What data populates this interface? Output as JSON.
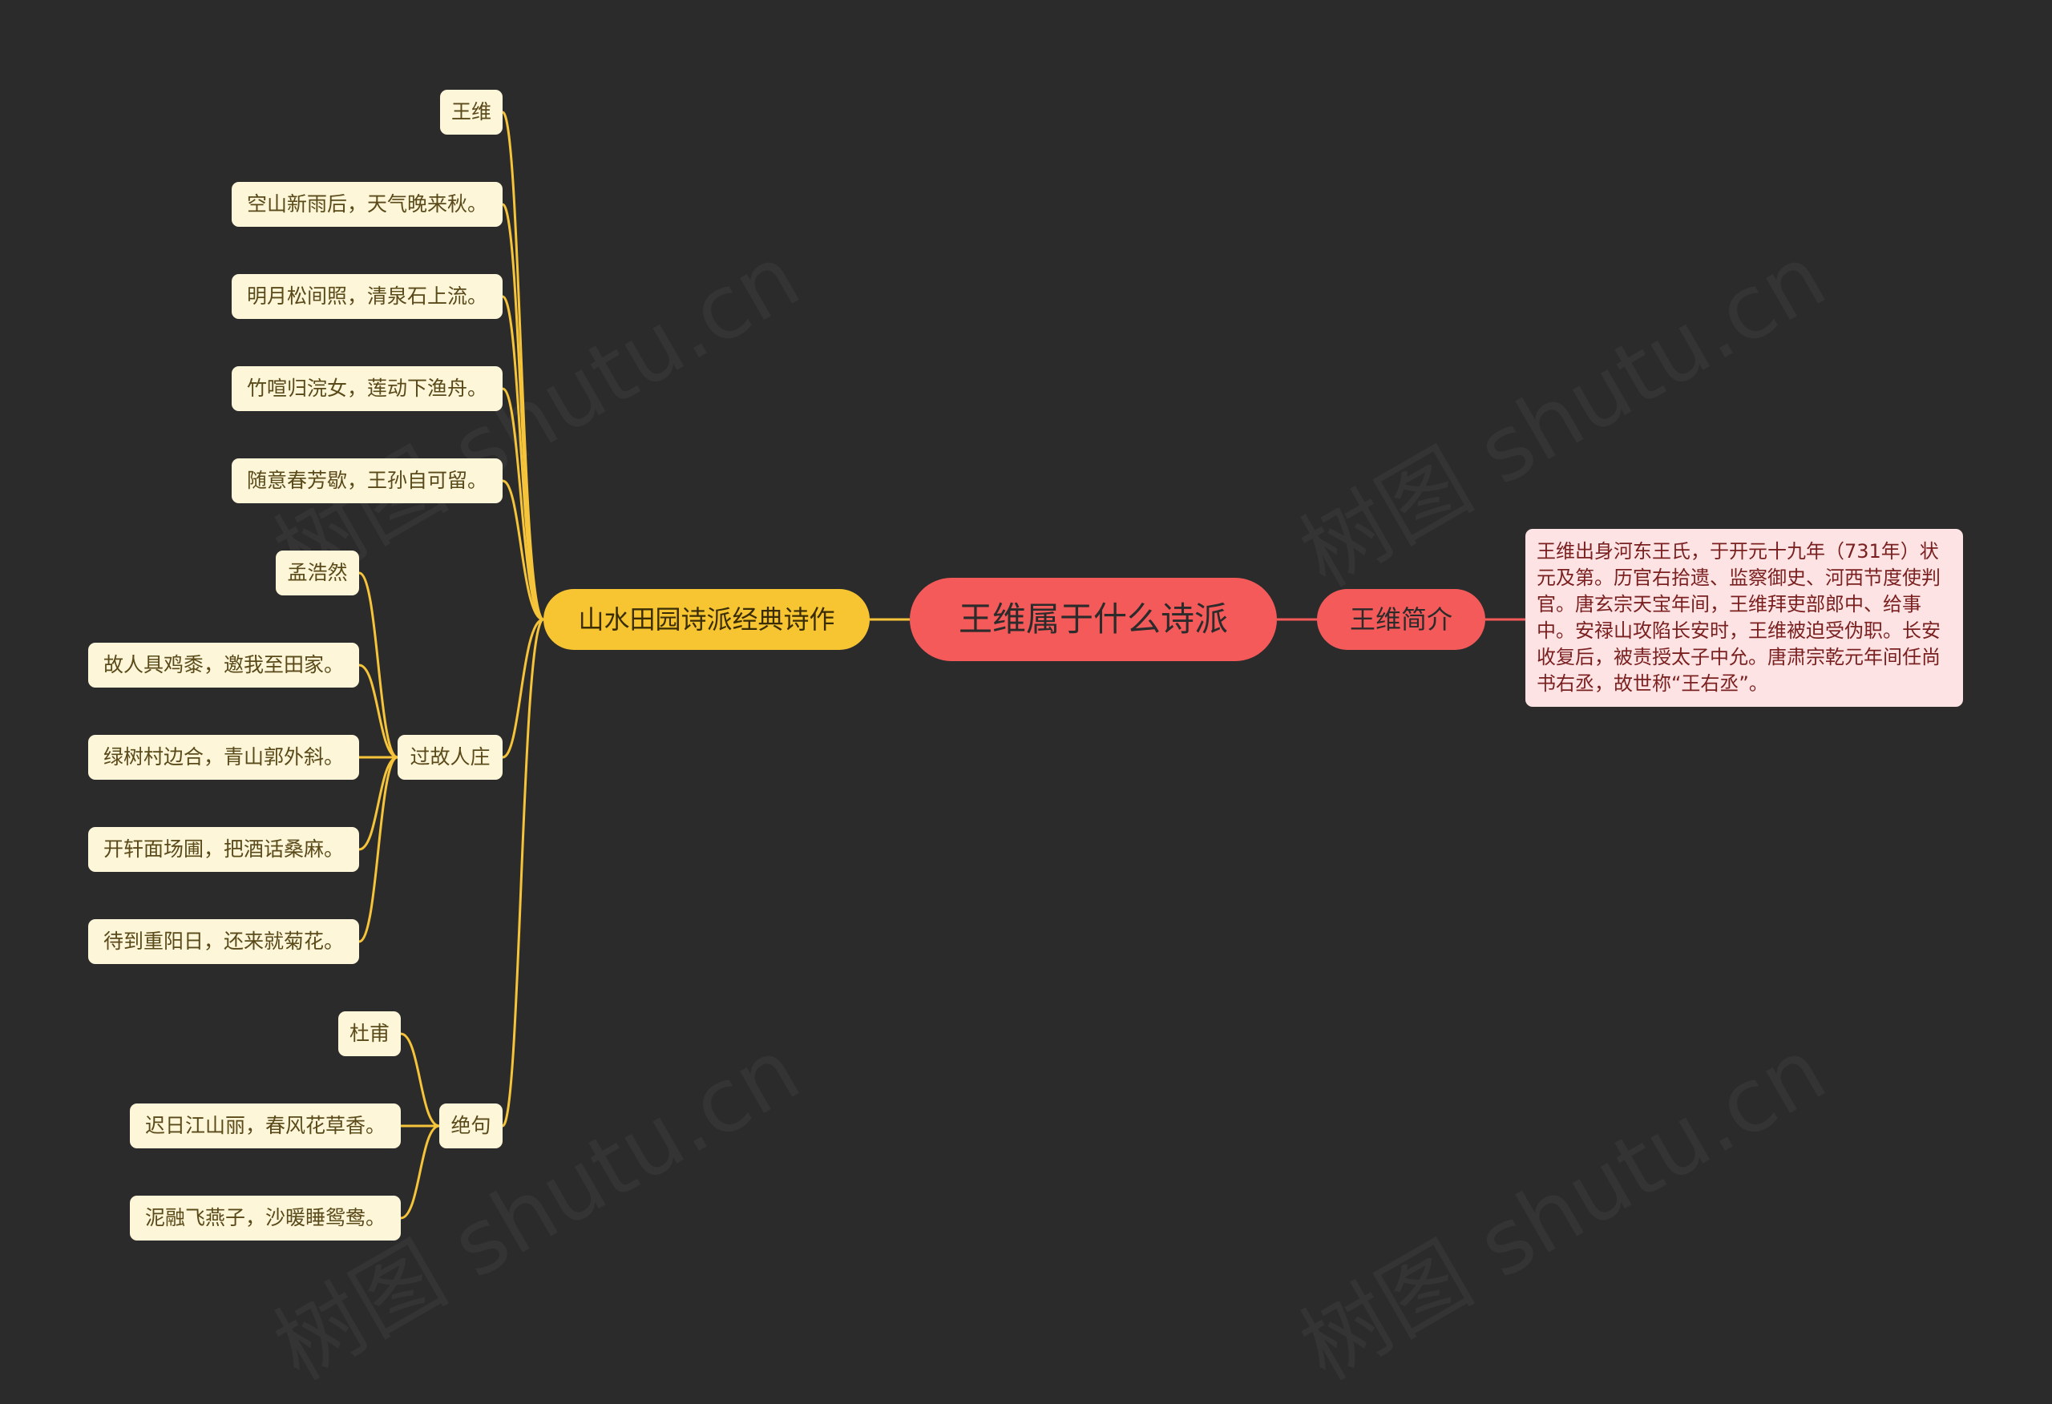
{
  "root": {
    "label": "王维属于什么诗派"
  },
  "left_branch": {
    "label": "山水田园诗派经典诗作",
    "groups": [
      {
        "label": "王维"
      },
      {
        "label": "空山新雨后，天气晚来秋。"
      },
      {
        "label": "明月松间照，清泉石上流。"
      },
      {
        "label": "竹喧归浣女，莲动下渔舟。"
      },
      {
        "label": "随意春芳歇，王孙自可留。"
      },
      {
        "label": "过故人庄",
        "children": [
          {
            "label": "孟浩然"
          },
          {
            "label": "故人具鸡黍，邀我至田家。"
          },
          {
            "label": "绿树村边合，青山郭外斜。"
          },
          {
            "label": "开轩面场圃，把酒话桑麻。"
          },
          {
            "label": "待到重阳日，还来就菊花。"
          }
        ]
      },
      {
        "label": "绝句",
        "children": [
          {
            "label": "杜甫"
          },
          {
            "label": "迟日江山丽，春风花草香。"
          },
          {
            "label": "泥融飞燕子，沙暖睡鸳鸯。"
          }
        ]
      }
    ]
  },
  "right_branch": {
    "label": "王维简介",
    "detail": "王维出身河东王氏，于开元十九年（731年）状元及第。历官右拾遗、监察御史、河西节度使判官。唐玄宗天宝年间，王维拜吏部郎中、给事中。安禄山攻陷长安时，王维被迫受伪职。长安收复后，被责授太子中允。唐肃宗乾元年间任尚书右丞，故世称“王右丞”。"
  },
  "colors": {
    "background": "#2b2b2b",
    "root": "#f55a5a",
    "left_branch": "#f7c531",
    "leaf": "#fdf6d8",
    "detail": "#fde3e3",
    "connector_left": "#f5c43a",
    "connector_right": "#f55a5a"
  },
  "watermark": "树图 shutu.cn"
}
